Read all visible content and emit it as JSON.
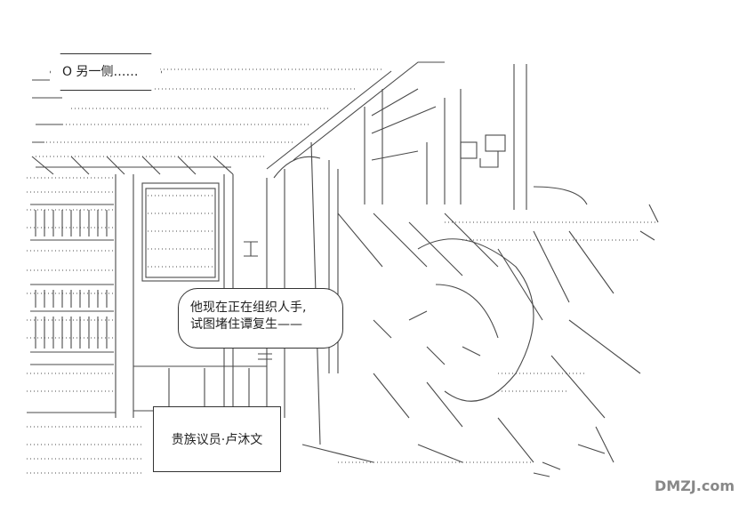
{
  "caption": {
    "text": "O 另一侧……"
  },
  "speech_bubble": {
    "lines": [
      "他现在正在组织人手,",
      "试图堵住谭复生——"
    ]
  },
  "name_tag": {
    "text": "贵族议员·卢沐文"
  },
  "watermark": {
    "logo_text": "DMZJ.com",
    "color": "#888888"
  },
  "colors": {
    "line": "#444444",
    "background": "#ffffff"
  }
}
